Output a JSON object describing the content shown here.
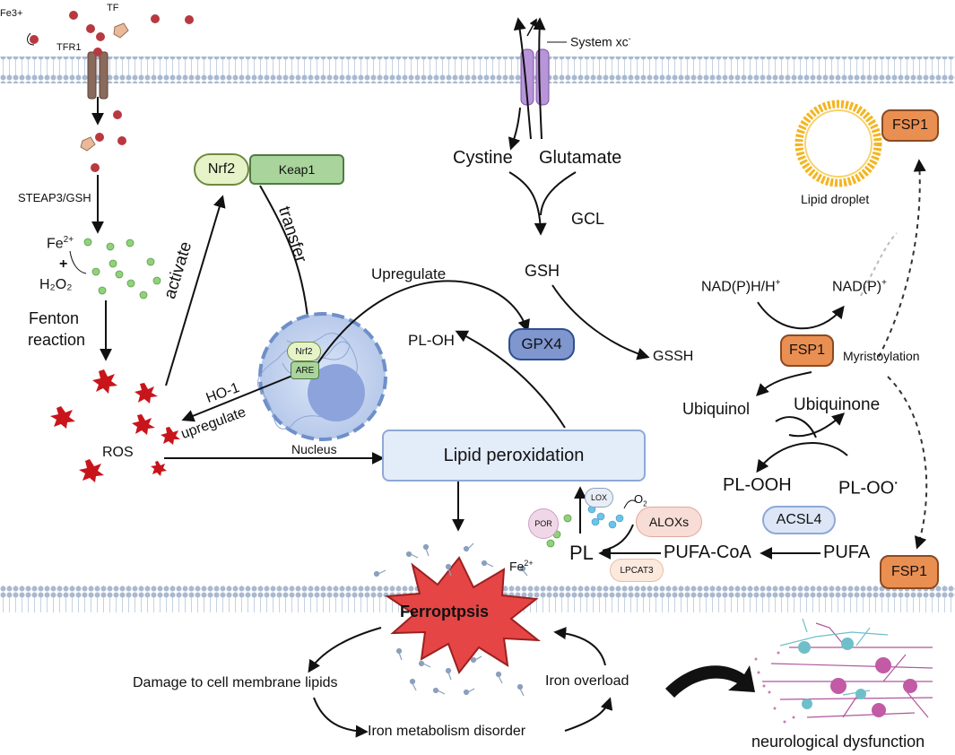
{
  "iron": {
    "fe3": "Fe3+",
    "tf": "TF",
    "tfr1": "TFR1",
    "steap3": "STEAP3/GSH",
    "fe2_base": "Fe",
    "fe2_sup": "2+",
    "plus": "+",
    "h2o2": "H₂O₂",
    "fenton_line1": "Fenton",
    "fenton_line2": "reaction",
    "ros": "ROS"
  },
  "nrf2_pathway": {
    "nrf2": "Nrf2",
    "keap1": "Keap1",
    "activate": "activate",
    "transfer": "transfer",
    "nucleus_nrf2": "Nrf2",
    "nucleus_are": "ARE",
    "nucleus": "Nucleus",
    "ho1": "HO-1",
    "upregulate_ho1": "upregulate",
    "upregulate_gpx4": "Upregulate"
  },
  "system_xc": {
    "label": "System xc",
    "label_sup": "-",
    "cystine": "Cystine",
    "glutamate": "Glutamate",
    "gcl": "GCL",
    "gsh": "GSH",
    "gssh": "GSSH",
    "gpx4": "GPX4",
    "ploh": "PL-OH"
  },
  "lipid": {
    "lipid_peroxidation": "Lipid peroxidation",
    "lox": "LOX",
    "o2_base": "O",
    "o2_sub": "2",
    "alox": "ALOXs",
    "por": "POR",
    "fe2_base": "Fe",
    "fe2_sup": "2+",
    "pl": "PL",
    "lpcat3": "LPCAT3",
    "pufa_coa": "PUFA-CoA",
    "pufa": "PUFA",
    "acsl4": "ACSL4",
    "plooh": "PL-OOH",
    "ploo": "PL-OO",
    "ploo_sup": "·"
  },
  "fsp1_pathway": {
    "fsp1_top": "FSP1",
    "lipid_droplet": "Lipid droplet",
    "nadph": "NAD(P)H/H",
    "nadph_sup": "+",
    "nadp": "NAD(P)",
    "nadp_sup": "+",
    "fsp1_mid": "FSP1",
    "myristoylation": "Myristoylation",
    "ubiquinol": "Ubiquinol",
    "ubiquinone": "Ubiquinone",
    "fsp1_bottom": "FSP1"
  },
  "outcome": {
    "ferroptosis": "Ferroptpsis",
    "damage": "Damage to cell membrane lipids",
    "iron_overload": "Iron overload",
    "iron_metabolism": "Iron metabolism disorder",
    "neuro": "neurological dysfunction"
  },
  "colors": {
    "membrane": "#aabbd0",
    "iron_dot": "#b8393f",
    "fe2_dot": "#8fd27a",
    "ros": "#c8151b",
    "nrf2_fill": "#e6f3c8",
    "keap1_fill": "#a9d49b",
    "gpx4_fill": "#7f96cf",
    "nucleus_fill": "#c7d6f2",
    "lipid_box_fill": "#e3ecf9",
    "fsp1_fill": "#ea8f52",
    "acsl4_fill": "#dce6f7",
    "alox_fill": "#f8dcd6",
    "por_fill": "#efd7e8",
    "ferroptosis_fill": "#e64545",
    "lipid_droplet": "#f3b521"
  },
  "icons": [
    "membrane-icon",
    "transporter-icon",
    "nucleus-icon",
    "ros-burst-icon",
    "lipid-droplet-icon",
    "neuron-icon"
  ]
}
